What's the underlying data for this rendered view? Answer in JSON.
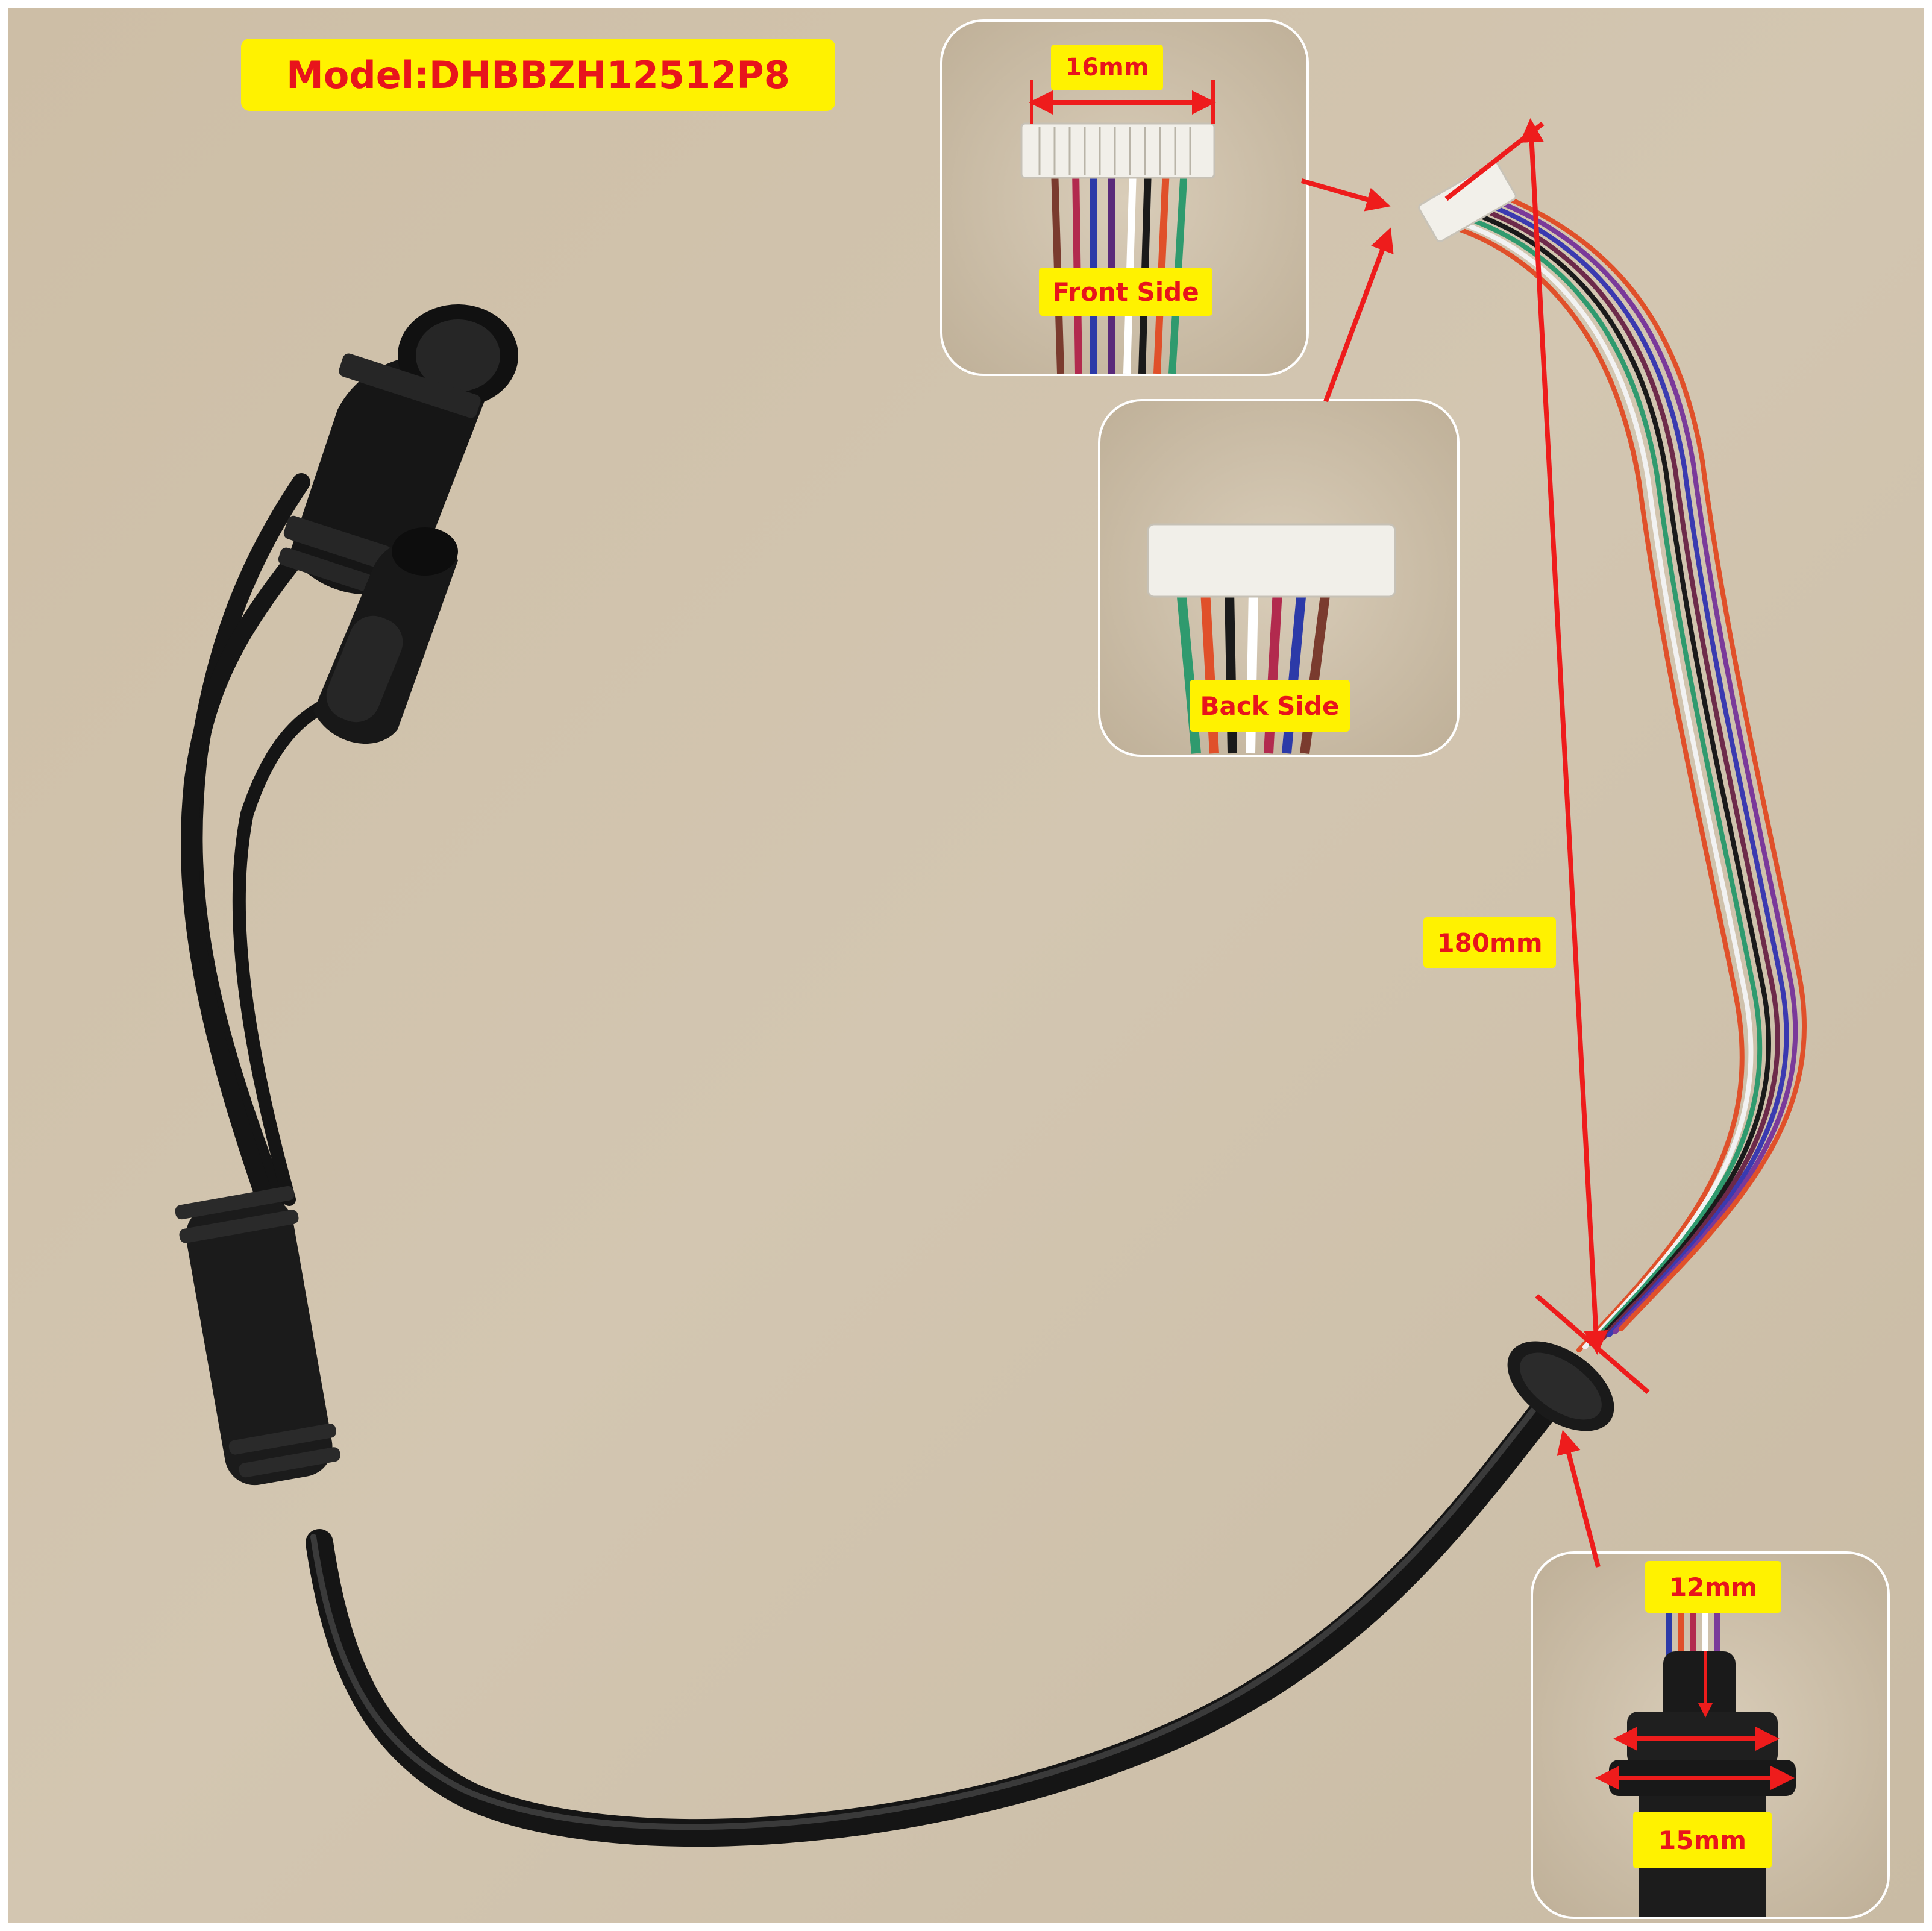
{
  "labels": {
    "model": "Model:DHBBZH12512P8",
    "front_side": "Front Side",
    "back_side": "Back Side",
    "connector_width": "16mm",
    "wire_length": "180mm",
    "grommet_inner": "12mm",
    "grommet_outer": "15mm"
  },
  "colors": {
    "background": "#cfc1ab",
    "label_fill": "#fff200",
    "label_text": "#e8141c",
    "arrow": "#ee1c1c",
    "cable": "#151515"
  }
}
